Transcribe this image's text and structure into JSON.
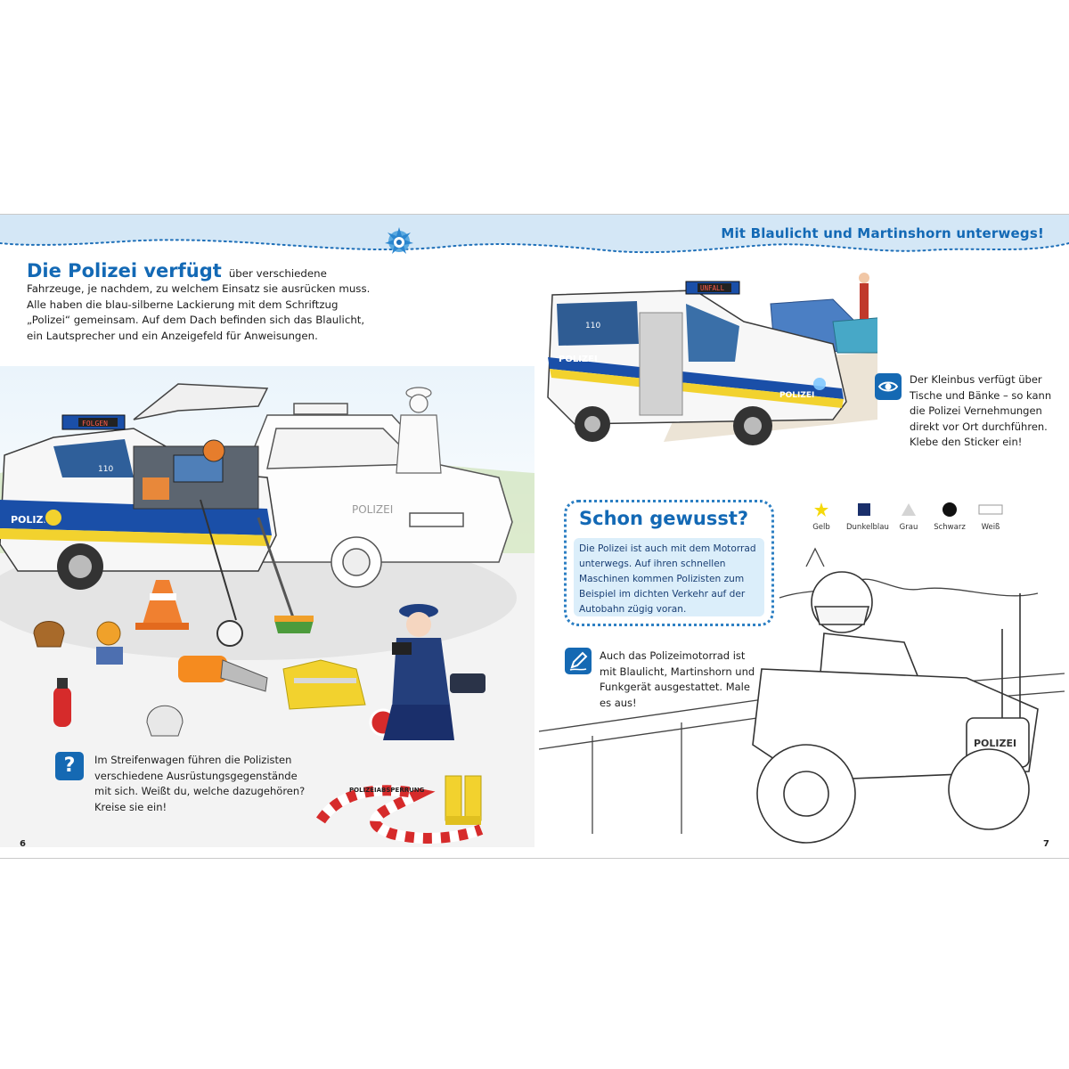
{
  "header": {
    "title": "Mit Blaulicht und Martinshorn unterwegs!"
  },
  "left_page": {
    "headline": "Die Polizei verfügt",
    "intro_text": "über verschiedene Fahrzeuge, je nachdem, zu welchem Einsatz sie ausrücken muss. Alle haben die blau-silberne Lackierung mit dem Schriftzug „Polizei“ gemeinsam. Auf dem Dach befinden sich das Blaulicht, ein Lautsprecher und ein Anzeigefeld für Anweisungen.",
    "car_sign": "FOLGEN",
    "car_label": "POLIZEI",
    "car_number": "110",
    "tape_label": "POLIZEIABSPERRUNG",
    "question_icon": "?",
    "question_text": "Im Streifenwagen führen die Polizisten verschiedene Ausrüstungsgegenstände mit sich. Weißt du, welche dazugehören? Kreise sie ein!",
    "page_number": "6"
  },
  "right_page": {
    "van_sign": "UNFALL",
    "van_label": "POLIZEI",
    "van_number": "110",
    "eye_text": "Der Kleinbus verfügt über Tische und Bänke – so kann die Polizei Vernehmungen direkt vor Ort durchführen. Klebe den Sticker ein!",
    "info_title": "Schon gewusst?",
    "info_body": "Die Polizei ist auch mit dem Motorrad unterwegs. Auf ihren schnellen Maschinen kommen Polizisten zum Beispiel im dichten Verkehr auf der Autobahn zügig voran.",
    "pencil_text": "Auch das Polizeimotorrad ist mit Blaulicht, Martinshorn und Funkgerät ausgestattet. Male es aus!",
    "palette": [
      {
        "label": "Gelb",
        "color": "#f5d90a"
      },
      {
        "label": "Dunkelblau",
        "color": "#1a2f6b"
      },
      {
        "label": "Grau",
        "color": "#d4d4d4"
      },
      {
        "label": "Schwarz",
        "color": "#111111"
      },
      {
        "label": "Weiß",
        "color": "#ffffff"
      }
    ],
    "moto_label": "POLIZEI",
    "page_number": "7"
  },
  "colors": {
    "accent_blue": "#1369b5",
    "header_band": "#cfe4f5",
    "info_bg": "#dbeefa",
    "police_yellow": "#f2d22e"
  }
}
